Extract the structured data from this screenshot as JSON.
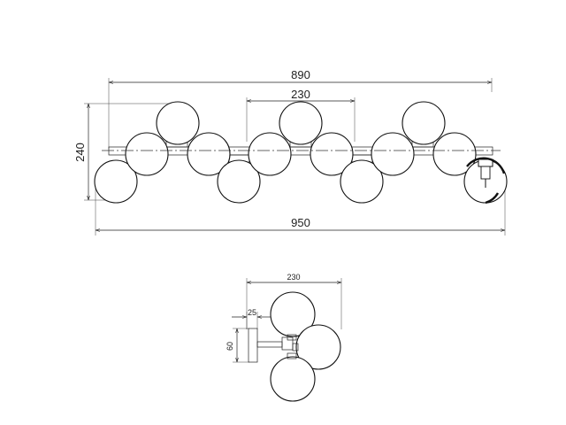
{
  "dimensions": {
    "front_total_width": "890",
    "front_overall_width": "950",
    "front_center_spacing": "230",
    "front_height": "240",
    "side_width": "230",
    "side_offset": "25",
    "side_backplate": "60"
  }
}
